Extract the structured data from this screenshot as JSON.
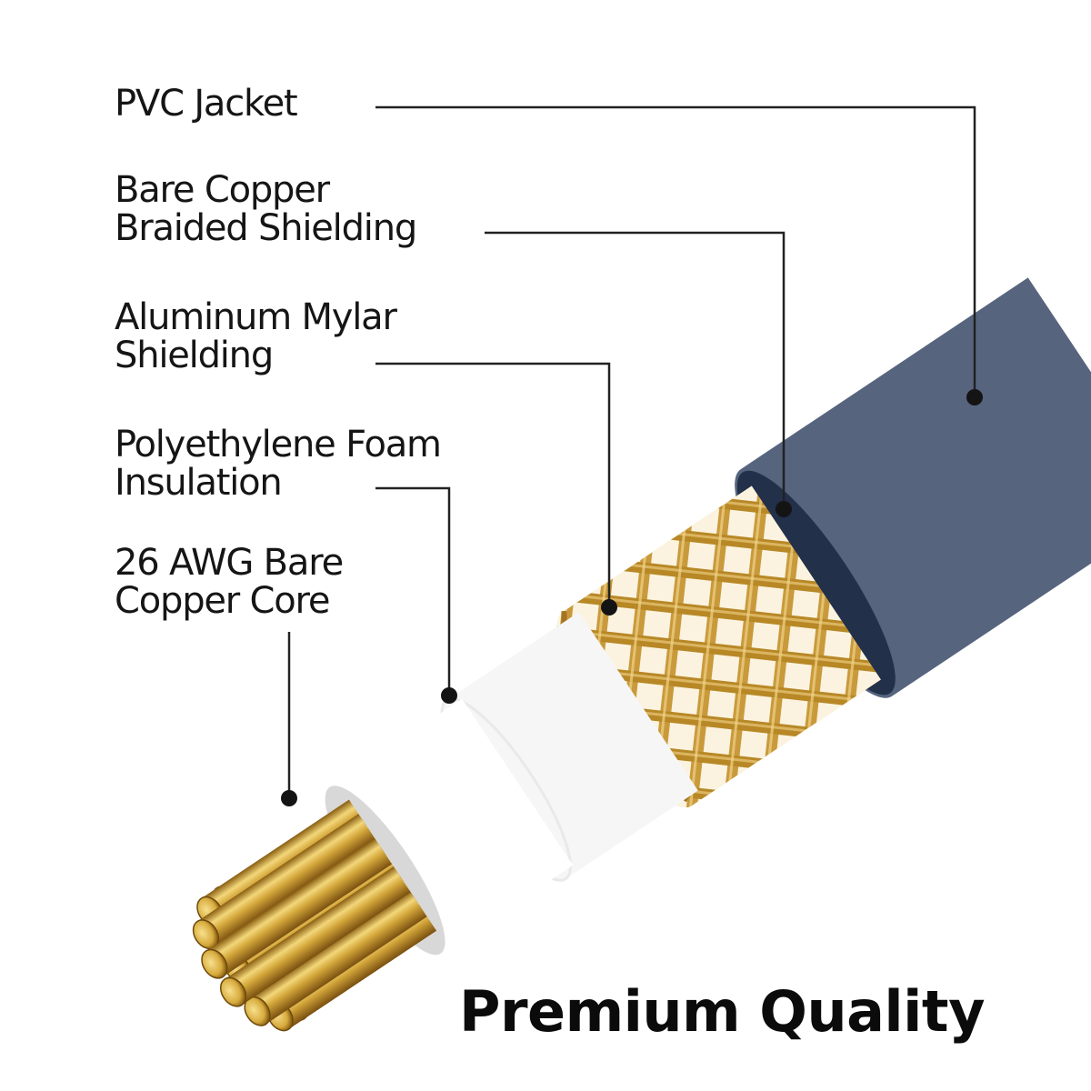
{
  "labels": {
    "pvc_jacket": [
      "PVC Jacket"
    ],
    "braided_shielding": [
      "Bare Copper",
      "Braided Shielding"
    ],
    "mylar_shielding": [
      "Aluminum Mylar",
      "Shielding"
    ],
    "foam_insulation": [
      "Polyethylene Foam",
      "Insulation"
    ],
    "copper_core": [
      "26 AWG Bare",
      "Copper Core"
    ]
  },
  "headline": "Premium Quality",
  "colors": {
    "background": "#ffffff",
    "text": "#151515",
    "leader_line": "#222222",
    "jacket": "#3e4d68",
    "braid": "#c99a3c",
    "mylar": "#9a9a9a",
    "insulation": "#f2f2f2",
    "copper": "#d4a938"
  }
}
